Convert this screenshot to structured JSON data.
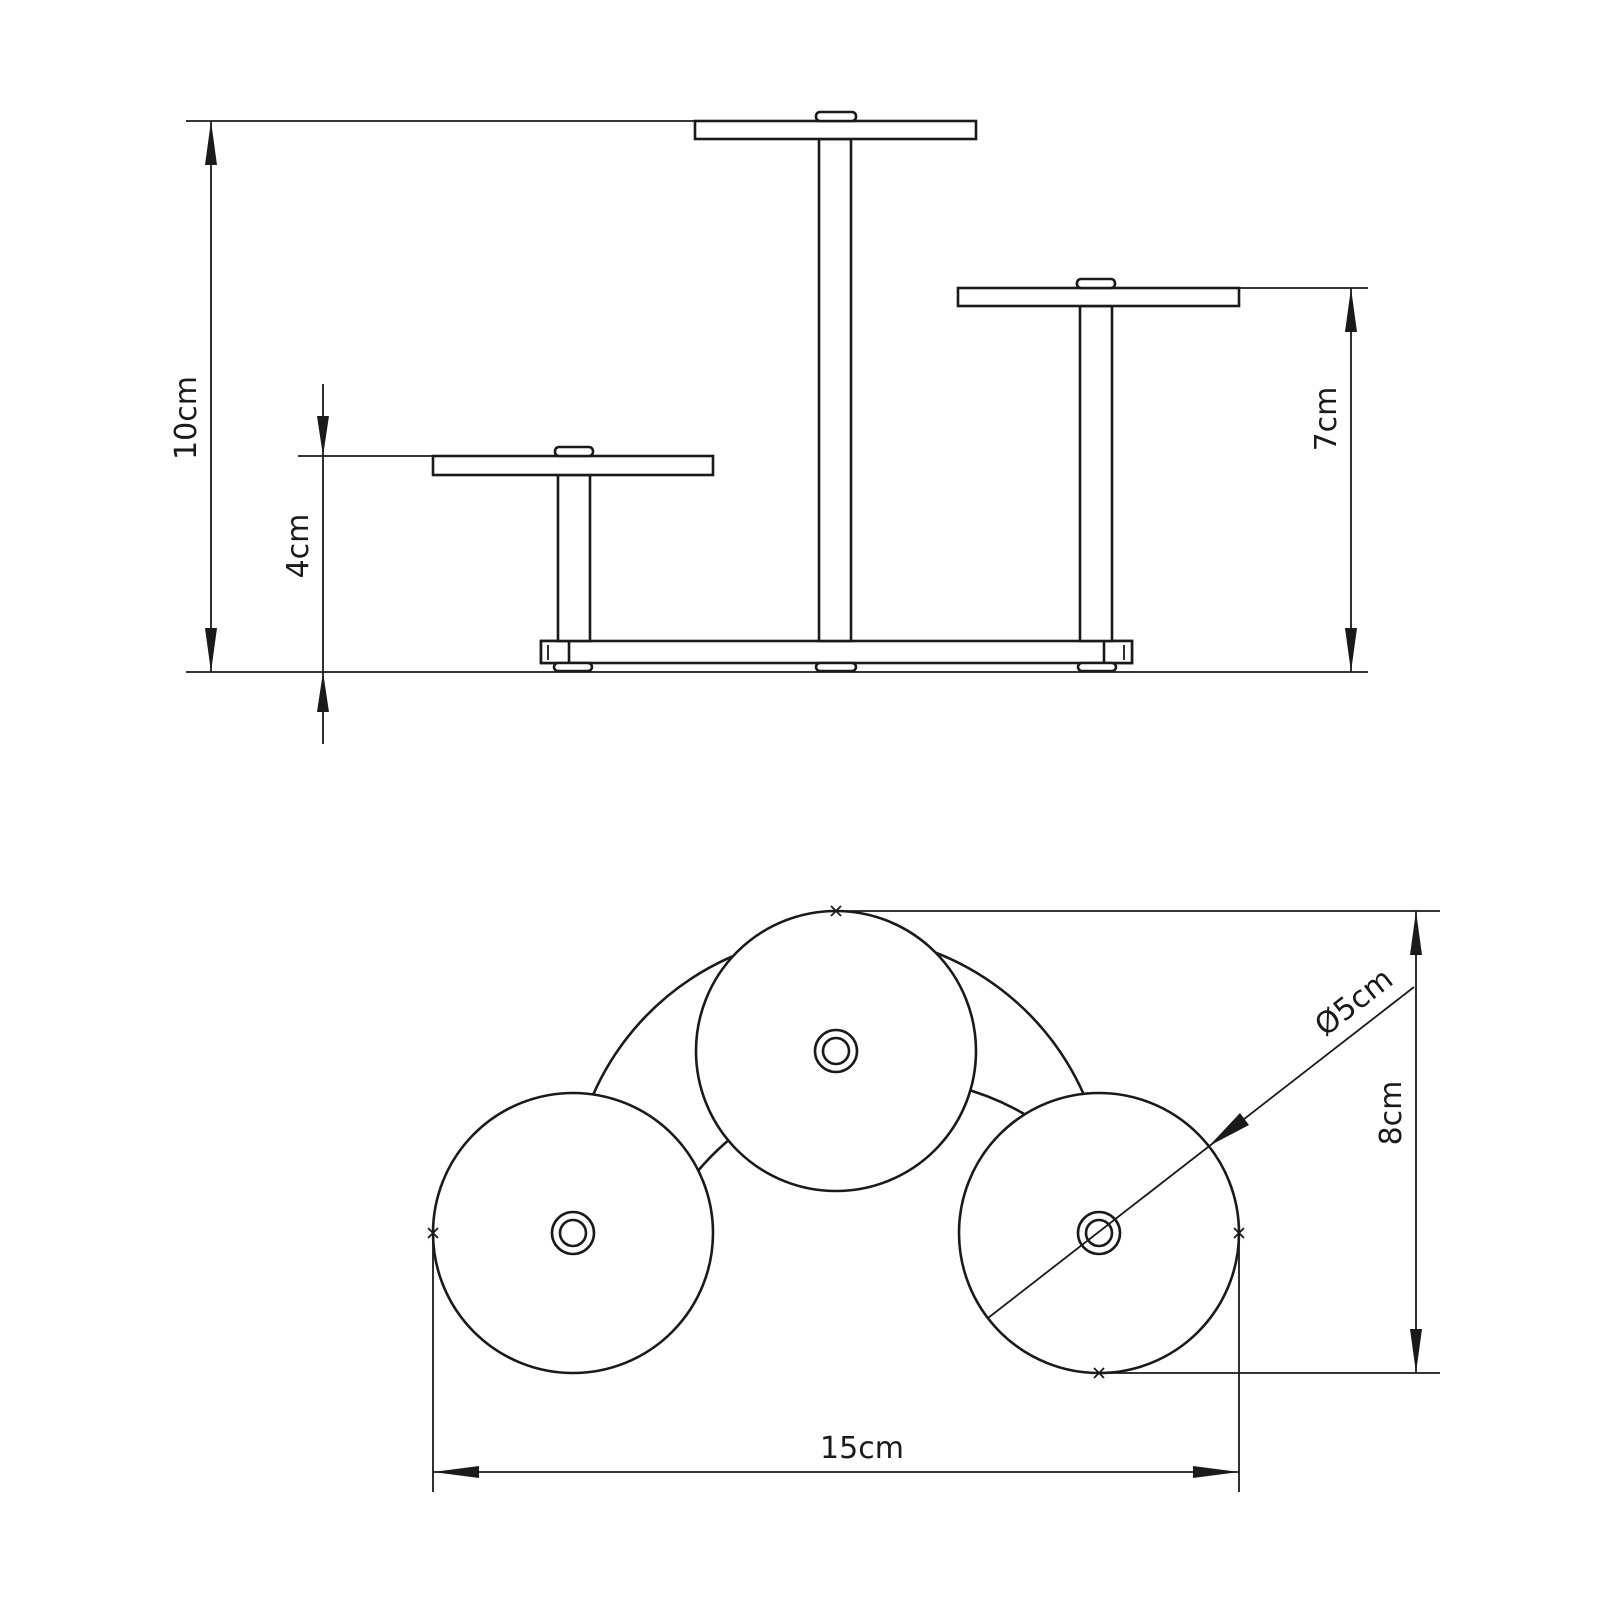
{
  "side_view": {
    "overall_height_label": "10cm",
    "right_tier_height_label": "7cm",
    "left_tier_height_label": "4cm"
  },
  "top_view": {
    "overall_width_label": "15cm",
    "depth_label": "8cm",
    "diameter_label": "Ø5cm"
  }
}
